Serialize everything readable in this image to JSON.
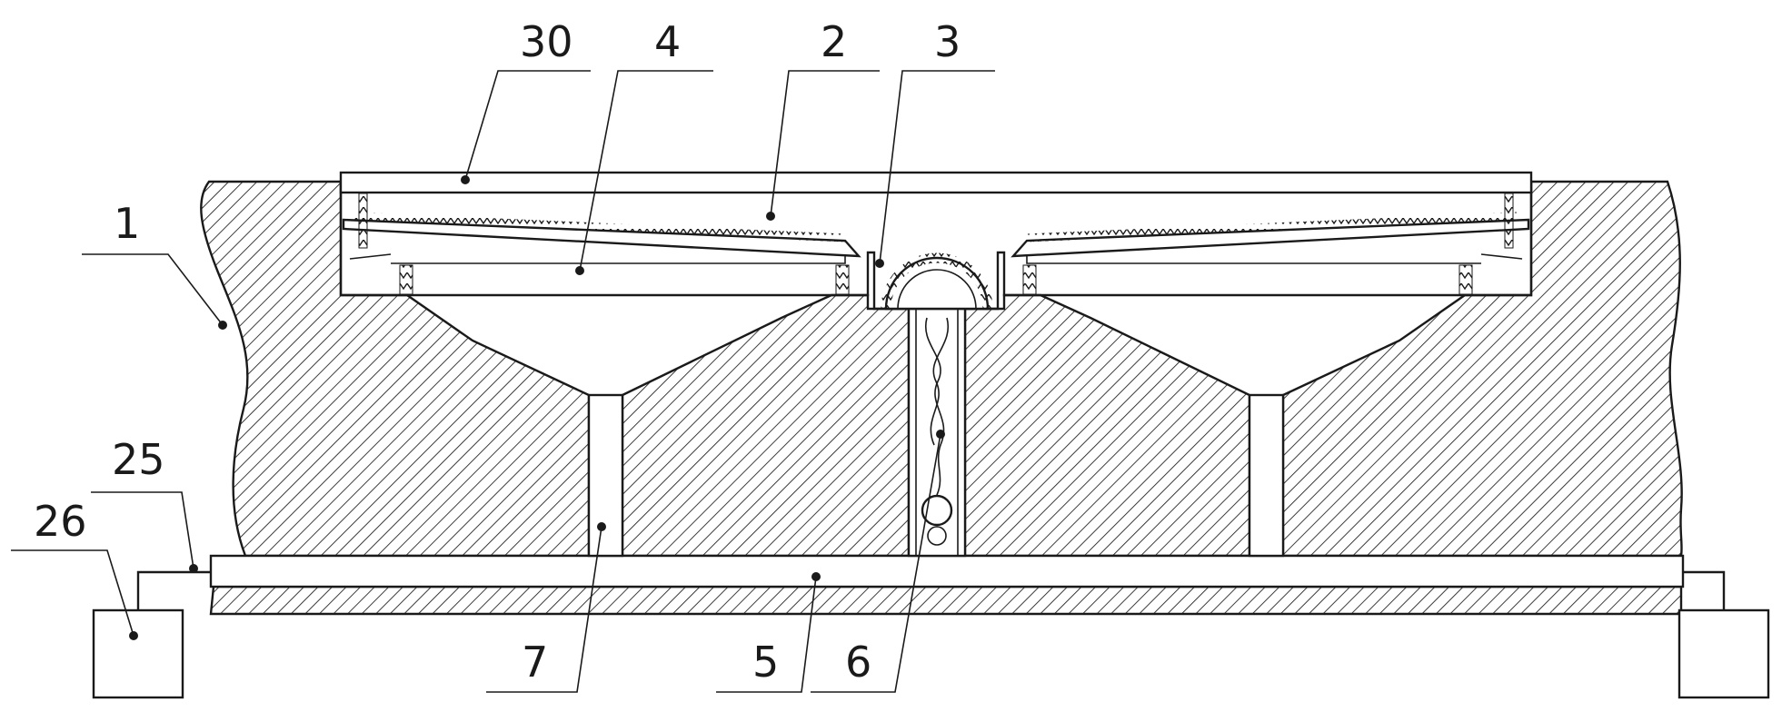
{
  "labels": {
    "ref_30": "30",
    "ref_4": "4",
    "ref_2": "2",
    "ref_3": "3",
    "ref_1": "1",
    "ref_25": "25",
    "ref_26": "26",
    "ref_7": "7",
    "ref_5": "5",
    "ref_6": "6"
  }
}
